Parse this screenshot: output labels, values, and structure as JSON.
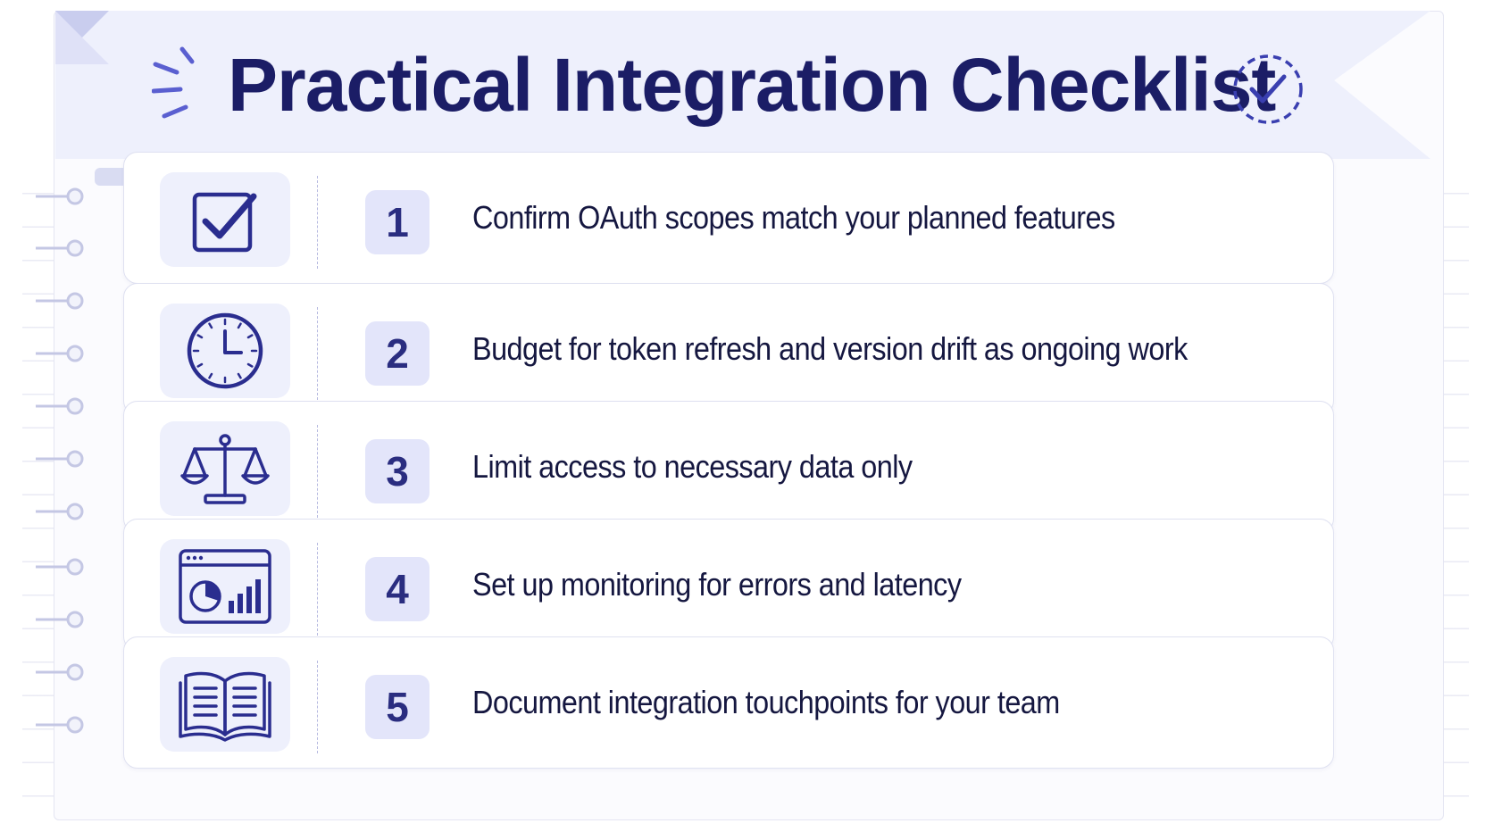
{
  "header": {
    "title": "Practical Integration Checklist",
    "title_icon": "dashed-circle-check-icon",
    "spark_icon": "sparkle-lines-icon"
  },
  "colors": {
    "navy": "#1b1d66",
    "accent": "#3a3fb0",
    "tile_bg": "#eef0fc",
    "badge_bg": "#e3e5fa"
  },
  "items": [
    {
      "number": "1",
      "text": "Confirm OAuth scopes match your planned features",
      "icon": "checkbox-icon"
    },
    {
      "number": "2",
      "text": "Budget for token refresh and version drift as ongoing work",
      "icon": "clock-icon"
    },
    {
      "number": "3",
      "text": "Limit access to necessary data only",
      "icon": "balance-scale-icon"
    },
    {
      "number": "4",
      "text": "Set up monitoring for errors and latency",
      "icon": "dashboard-chart-icon"
    },
    {
      "number": "5",
      "text": "Document integration touchpoints for your team",
      "icon": "open-book-icon"
    }
  ]
}
